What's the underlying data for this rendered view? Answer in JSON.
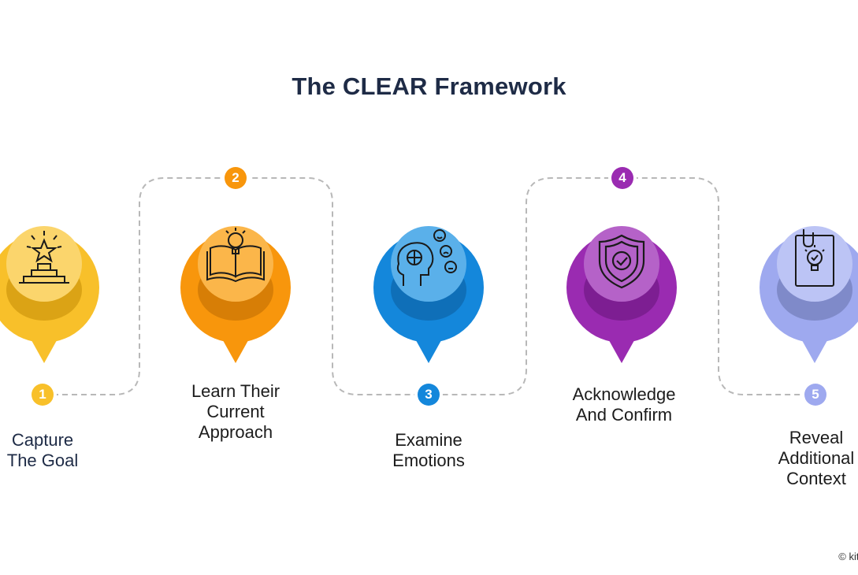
{
  "title": "The CLEAR Framework",
  "steps": [
    {
      "number": "1",
      "label_line1": "Capture",
      "label_line2": "The Goal",
      "label_line3": "",
      "icon": "podium-star-icon",
      "color": "#f8c02a",
      "light": "#fbd56c",
      "dark": "#dba315"
    },
    {
      "number": "2",
      "label_line1": "Learn Their",
      "label_line2": "Current",
      "label_line3": "Approach",
      "icon": "book-lightbulb-icon",
      "color": "#f8960c",
      "light": "#fbb64a",
      "dark": "#d77e06"
    },
    {
      "number": "3",
      "label_line1": "Examine",
      "label_line2": "Emotions",
      "label_line3": "",
      "icon": "brain-emotions-icon",
      "color": "#1487db",
      "light": "#5ab0ea",
      "dark": "#0f6fb8"
    },
    {
      "number": "4",
      "label_line1": "Acknowledge",
      "label_line2": "And Confirm",
      "label_line3": "",
      "icon": "shield-check-icon",
      "color": "#9a2bb1",
      "light": "#b562c8",
      "dark": "#7d1e92"
    },
    {
      "number": "5",
      "label_line1": "Reveal",
      "label_line2": "Additional",
      "label_line3": "Context",
      "icon": "document-idea-icon",
      "color": "#9ea9ef",
      "light": "#bcc4f5",
      "dark": "#7f8ac9"
    }
  ],
  "copyright": "© kitc"
}
